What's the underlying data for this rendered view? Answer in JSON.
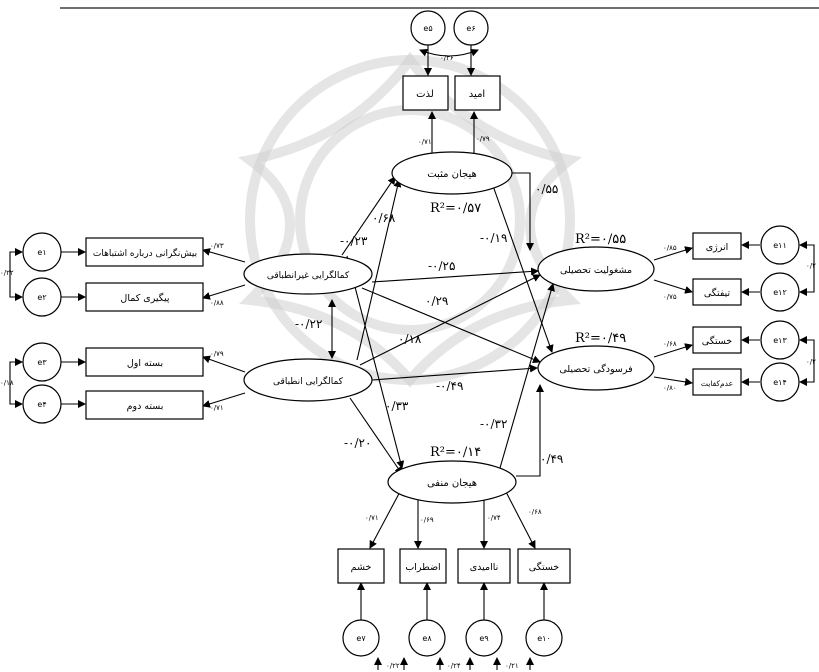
{
  "latent": {
    "pos_emotion": "هیجان مثبت",
    "neg_emotion": "هیجان منفی",
    "maladaptive_perf": "کمالگرایی غیرانطباقی",
    "adaptive_perf": "کمالگرایی انطباقی",
    "engagement": "مشغولیت تحصیلی",
    "burnout": "فرسودگی تحصیلی"
  },
  "observed": {
    "hope": "امید",
    "enjoyment": "لذت",
    "concern_mistakes": "بیش‌نگرانی درباره اشتباهات",
    "pursuit_perfection": "پیگیری کمال",
    "package1": "بسته اول",
    "package2": "بسته دوم",
    "energy": "انرژی",
    "tirelessness": "تیفتگی",
    "fatigue": "خستگی",
    "inefficacy": "عدم‌کفایت",
    "anger": "خشم",
    "anxiety": "اضطراب",
    "hopelessness": "ناامیدی",
    "boredom": "خستگی"
  },
  "errors": {
    "e1": "e۱",
    "e2": "e۲",
    "e3": "e۳",
    "e4": "e۴",
    "e5": "e۵",
    "e6": "e۶",
    "e7": "e۷",
    "e8": "e۸",
    "e9": "e۹",
    "e10": "e۱۰",
    "e11": "e۱۱",
    "e12": "e۱۲",
    "e13": "e۱۳",
    "e14": "e۱۴"
  },
  "r2": {
    "pos_emotion": "R²=۰/۵۷",
    "engagement": "R²=۰/۵۵",
    "burnout": "R²=۰/۴۹",
    "neg_emotion": "R²=۰/۱۴"
  },
  "paths": {
    "mal_to_pos": "-۰/۲۳",
    "mal_to_neg": "۰/۶۸",
    "pos_to_eng": "۰/۵۵",
    "pos_to_burn": "-۰/۱۹",
    "mal_to_eng": "-۰/۲۵",
    "mal_to_burn": "۰/۲۹",
    "adp_to_eng": "۰/۱۸",
    "adp_to_burn": "-۰/۴۹",
    "adp_to_neg": "-۰/۲۰",
    "adp_to_pos": "۰/۳۳",
    "neg_to_eng": "-۰/۳۲",
    "neg_to_burn": "۰/۴۹",
    "mal_adp_cov": "-۰/۲۲"
  },
  "loadings": {
    "enjoyment": "۰/۷۱",
    "hope": "۰/۷۹",
    "concern_mistakes": "۰/۷۳",
    "pursuit_perfection": "۰/۸۸",
    "package1": "۰/۷۹",
    "package2": "۰/۷۱",
    "energy": "۰/۸۵",
    "tirelessness": "۰/۷۵",
    "fatigue": "۰/۶۸",
    "inefficacy": "۰/۸۰",
    "anger": "۰/۷۱",
    "anxiety": "۰/۶۹",
    "hopelessness": "۰/۷۴",
    "boredom": "۰/۶۸"
  },
  "cov": {
    "e5_e6": "۰/۳۶",
    "e1_e2": "۰/۲۲",
    "e3_e4": "۰/۱۸",
    "e7_e8": "۰/۲۲",
    "e8_e9": "۰/۲۴",
    "e9_e10": "۰/۲۱",
    "e11_e12": "۰/۲",
    "e13_e14": "۰/۲"
  }
}
